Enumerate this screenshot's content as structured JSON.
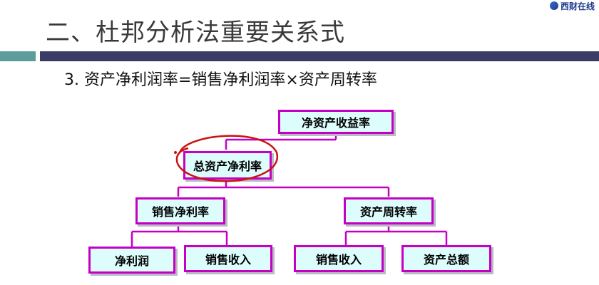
{
  "logo": {
    "text": "西财在线"
  },
  "header": {
    "title": "二、杜邦分析法重要关系式",
    "subtitle": "3. 资产净利润率=销售净利润率×资产周转率"
  },
  "diagram": {
    "nodes": {
      "roe": "净资产收益率",
      "roa": "总资产净利率",
      "net_margin": "销售净利率",
      "asset_turnover": "资产周转率",
      "net_profit": "净利润",
      "sales_revenue_1": "销售收入",
      "sales_revenue_2": "销售收入",
      "total_assets": "资产总额"
    }
  },
  "colors": {
    "node_border": "#c500c5",
    "node_fill": "#ddfcfc",
    "connector": "#c500c5",
    "annotation": "#cc1111",
    "band_left": "#5c9c9c",
    "band_right": "#3b3c66"
  }
}
